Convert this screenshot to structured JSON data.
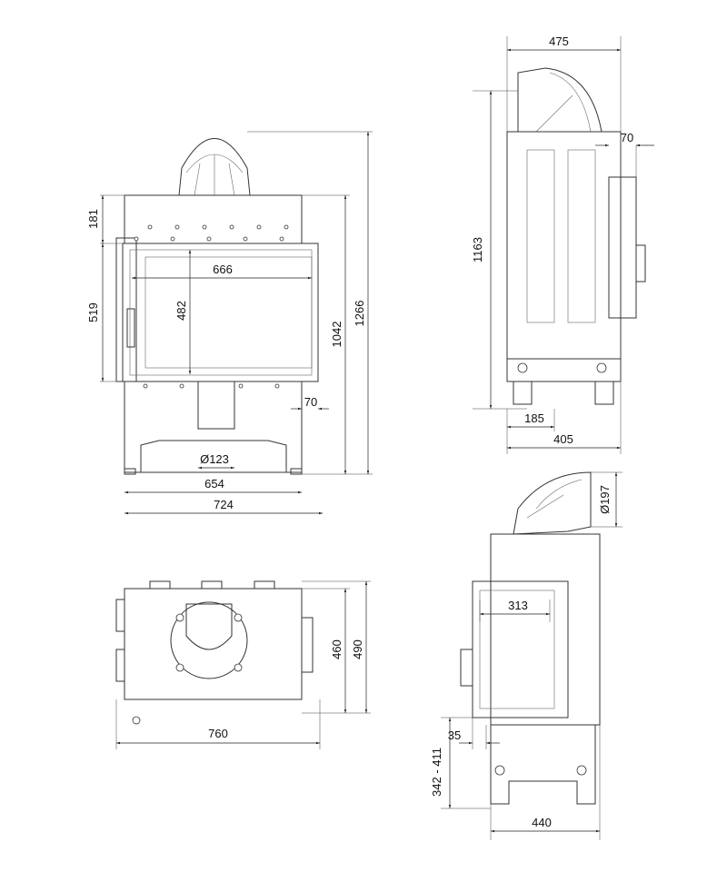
{
  "title": "Fireplace insert dimension drawing",
  "front_view": {
    "upper_height": "181",
    "door_height": "519",
    "glass_width": "666",
    "glass_height": "482",
    "body_height": "1042",
    "total_height": "1266",
    "side_offset": "70",
    "flue_diameter": "Ø123",
    "leg_spacing": "654",
    "width": "724"
  },
  "side_view": {
    "total_depth": "475",
    "panel_offset": "70",
    "height": "1163",
    "leg_offset": "185",
    "body_depth": "405"
  },
  "top_view": {
    "depth": "460",
    "total_depth": "490",
    "width": "760"
  },
  "side_view_door": {
    "flue_diameter": "Ø197",
    "door_width": "313",
    "door_offset": "35",
    "height_range": "342 - 411",
    "depth": "440"
  }
}
